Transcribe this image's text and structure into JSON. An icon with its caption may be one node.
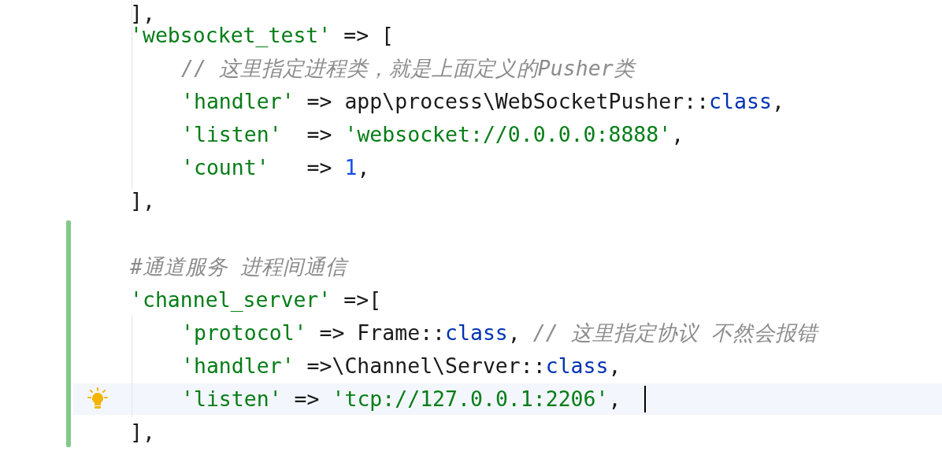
{
  "diagram": {
    "labels": [
      "],",
      "'websocket_test' => [",
      "// 这里指定进程类，就是上面定义的Pusher类",
      "'handler' => app\\process\\WebSocketPusher::class,",
      "'listen'  => 'websocket://0.0.0.0:8888',",
      "'count'   => 1,",
      "],",
      "#通道服务 进程间通信",
      "'channel_server' =>[",
      "'protocol' => Frame::class, // 这里指定协议 不然会报错",
      "'handler' =>\\Channel\\Server::class,",
      "'listen' => 'tcp://127.0.0.1:2206',",
      "],"
    ]
  }
}
